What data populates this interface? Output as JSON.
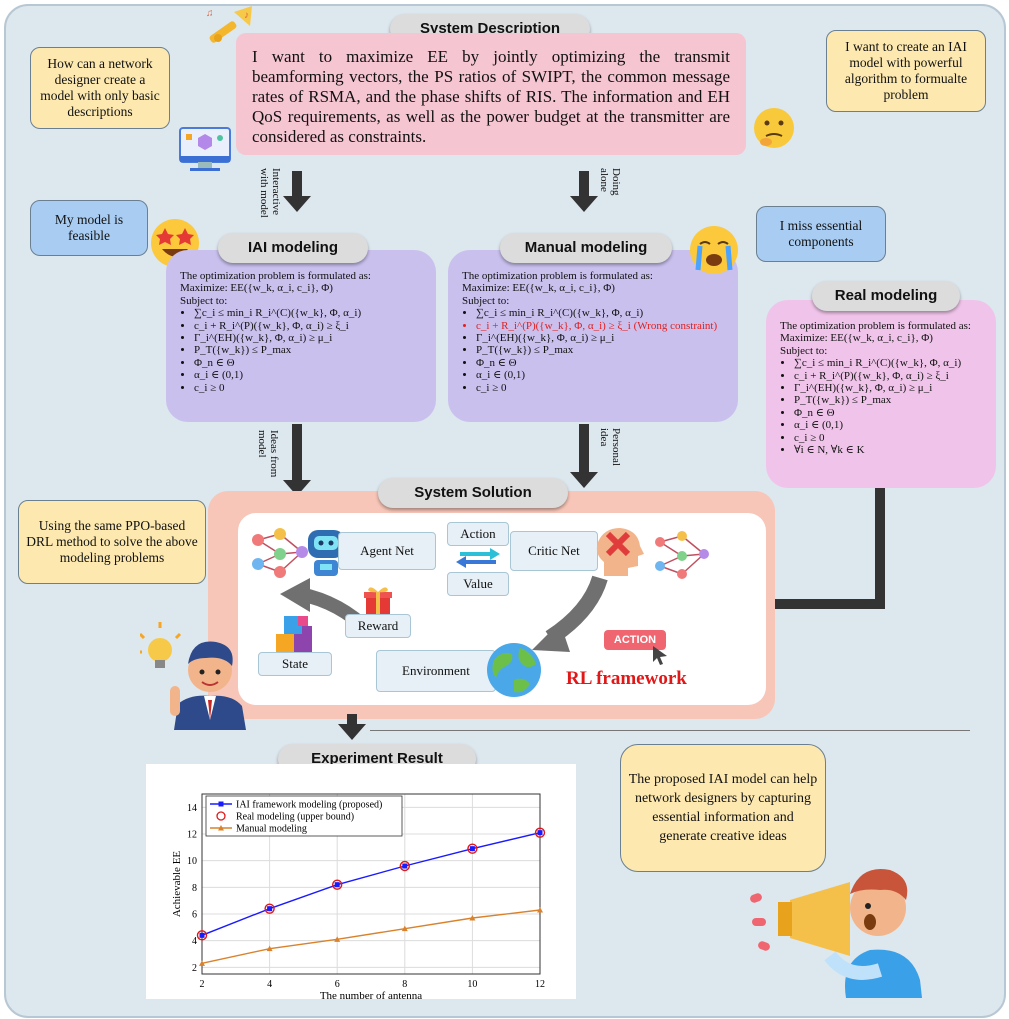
{
  "titles": {
    "system_description": "System Description",
    "iai_modeling": "IAI modeling",
    "manual_modeling": "Manual modeling",
    "real_modeling": "Real modeling",
    "system_solution": "System Solution",
    "experiment_result": "Experiment Result"
  },
  "description": "I want to maximize EE by jointly optimizing the transmit beamforming vectors, the PS ratios of SWIPT, the common message rates of RSMA, and the phase shifts of RIS. The information and EH QoS requirements, as well as the power budget at the transmitter are considered as constraints.",
  "bubbles": {
    "designer_question": "How can a network designer create a model with only basic descriptions",
    "iai_wish": "I want to create an IAI model with powerful algorithm to formualte problem",
    "feasible": "My model is feasible",
    "missing": "I miss essential components",
    "ppo": "Using the same PPO-based DRL method to solve the above modeling problems",
    "conclusion": "The proposed IAI model can help network designers by capturing essential information and generate creative ideas"
  },
  "arrow_labels": {
    "interactive": "Interactive with model",
    "alone": "Doing alone",
    "ideas": "Ideas from model",
    "personal": "Personal idea"
  },
  "panels": {
    "intro": "The optimization problem is formulated as:",
    "subject": "Subject to:",
    "iai_maximize": "Maximize: EE({w_k, α_i, c_i}, Φ)",
    "manual_maximize": "Maximize: EE({w_k, α_i, c_i}, Φ)",
    "real_maximize": "Maximize: EE({w_k, α_i, c_i}, Φ)",
    "iai_constraints": [
      "∑c_i ≤ min_i R_i^(C)({w_k}, Φ, α_i)",
      "c_i + R_i^(P)({w_k}, Φ, α_i) ≥ ξ_i",
      "Γ_i^(EH)({w_k}, Φ, α_i) ≥ μ_i",
      "P_T({w_k}) ≤ P_max",
      "Φ_n ∈ Θ",
      "α_i ∈ (0,1)",
      "c_i ≥ 0"
    ],
    "manual_constraints": [
      "∑c_i ≤ min_i R_i^(C)({w_k}, Φ, α_i)",
      "c_i + R_i^(P)({w_k}, Φ, α_i) ≥ ξ_i",
      "Γ_i^(EH)({w_k}, Φ, α_i) ≥ μ_i",
      "P_T({w_k}) ≤ P_max",
      "Φ_n ∈ Θ",
      "α_i ∈ (0,1)",
      "c_i ≥ 0"
    ],
    "wrong_note": "(Wrong constraint)",
    "real_constraints": [
      "∑c_i ≤ min_i R_i^(C)({w_k}, Φ, α_i)",
      "c_i + R_i^(P)({w_k}, Φ, α_i) ≥ ξ_i",
      "Γ_i^(EH)({w_k}, Φ, α_i) ≥ μ_i",
      "P_T({w_k}) ≤ P_max",
      "Φ_n ∈ Θ",
      "α_i ∈ (0,1)",
      "c_i ≥ 0",
      "∀i ∈ N, ∀k ∈ K"
    ]
  },
  "rl": {
    "agent": "Agent Net",
    "critic": "Critic Net",
    "action": "Action",
    "value": "Value",
    "reward": "Reward",
    "state": "State",
    "environment": "Environment",
    "action_badge": "ACTION",
    "framework": "RL framework"
  },
  "colors": {
    "proposed": "#1a1aff",
    "real": "#e01818",
    "manual": "#d9822b",
    "wrong": "#e02020"
  },
  "chart_data": {
    "type": "line",
    "xlabel": "The number of antenna",
    "ylabel": "Achievable EE",
    "x": [
      2,
      4,
      6,
      8,
      10,
      12
    ],
    "xlim": [
      2,
      12
    ],
    "ylim": [
      1.5,
      15
    ],
    "xticks": [
      2,
      4,
      6,
      8,
      10,
      12
    ],
    "yticks": [
      2,
      4,
      6,
      8,
      10,
      12,
      14
    ],
    "grid": true,
    "legend_position": "top-left",
    "series": [
      {
        "name": "IAI framework modeling (proposed)",
        "values": [
          4.4,
          6.4,
          8.2,
          9.6,
          10.9,
          12.1
        ],
        "marker": "square",
        "color": "#1a1aff"
      },
      {
        "name": "Real modeling (upper bound)",
        "values": [
          4.4,
          6.4,
          8.2,
          9.6,
          10.9,
          12.1
        ],
        "marker": "circle",
        "color": "#e01818"
      },
      {
        "name": "Manual modeling",
        "values": [
          2.3,
          3.4,
          4.1,
          4.9,
          5.7,
          6.3
        ],
        "marker": "triangle",
        "color": "#d9822b"
      }
    ]
  }
}
